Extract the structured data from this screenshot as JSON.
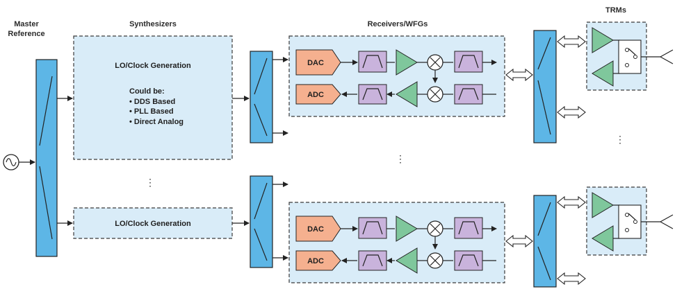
{
  "labels": {
    "master_reference_line1": "Master",
    "master_reference_line2": "Reference",
    "synthesizers": "Synthesizers",
    "receivers_wfgs": "Receivers/WFGs",
    "trms": "TRMs"
  },
  "synth_top": {
    "title": "LO/Clock Generation",
    "could_be": "Could be:",
    "options": [
      "• DDS Based",
      "• PLL Based",
      "• Direct Analog"
    ]
  },
  "synth_bottom": {
    "title": "LO/Clock Generation"
  },
  "converters": {
    "dac": "DAC",
    "adc": "ADC"
  },
  "ellipsis": "⋮",
  "colors": {
    "panel_fill": "#d9ecf8",
    "splitter": "#5db6e6",
    "filter": "#c9b3dc",
    "amplifier": "#7fc79c",
    "converter": "#f5b08f"
  }
}
